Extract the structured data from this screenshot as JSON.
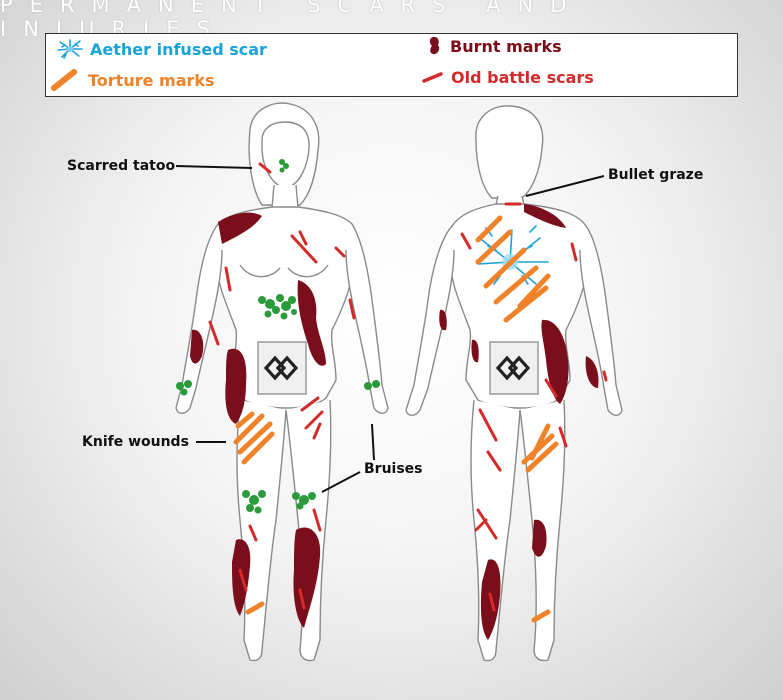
{
  "title": "PERMANENT SCARS AND INJURIES",
  "legend": {
    "aether": {
      "label": "Aether infused scar",
      "color": "#1aa3d9",
      "icon": "aether-splash-icon"
    },
    "burnt": {
      "label": "Burnt marks",
      "color": "#7a0e1a",
      "icon": "burnt-mark-icon"
    },
    "torture": {
      "label": "Torture marks",
      "color": "#f0822a",
      "icon": "torture-mark-icon"
    },
    "battle": {
      "label": "Old battle scars",
      "color": "#d42a2a",
      "icon": "battle-scar-icon"
    }
  },
  "callouts": {
    "scarred_tattoo": "Scarred tatoo",
    "bullet_graze": "Bullet graze",
    "knife_wounds": "Knife wounds",
    "bruises": "Bruises"
  },
  "colors": {
    "bruise": "#2a9a3a",
    "outline": "#8a8a8a"
  }
}
